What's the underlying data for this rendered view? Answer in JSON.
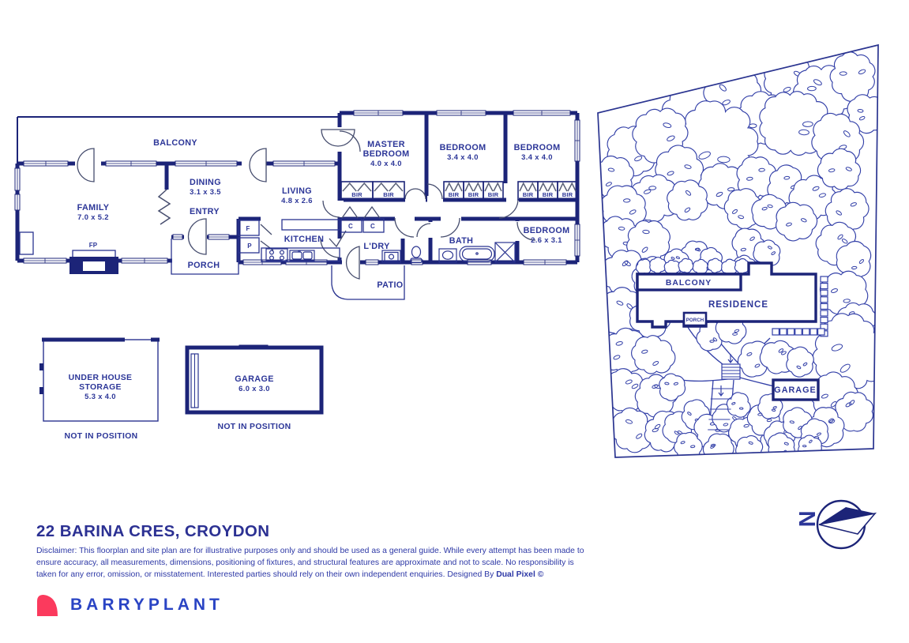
{
  "title": "22 BARINA CRES, CROYDON",
  "disclaimer": {
    "body": "Disclaimer: This floorplan and site plan are for illustrative purposes only and should be used as a general guide. While every attempt has been made to ensure accuracy, all measurements, dimensions, positioning of fixtures, and structural features are approximate and not to scale. No responsibility is taken for any error, omission, or misstatement. Interested parties should rely on their own independent enquiries. Designed By ",
    "designer": "Dual Pixel ©"
  },
  "brand": {
    "name": "BARRYPLANT"
  },
  "compass": {
    "north": "N"
  },
  "colors": {
    "wall": "#1c2478",
    "line": "#2a3490",
    "label": "#2c3698",
    "site": "#3340a8",
    "brand_blue": "#2a44c4",
    "brand_pink": "#fb3a5d"
  },
  "floorplan": {
    "balcony": "BALCONY",
    "family": {
      "name": "FAMILY",
      "dims": "7.0 x 5.2"
    },
    "dining": {
      "name": "DINING",
      "dims": "3.1 x 3.5"
    },
    "entry": "ENTRY",
    "porch": "PORCH",
    "living": {
      "name": "LIVING",
      "dims": "4.8 x 2.6"
    },
    "kitchen": "KITCHEN",
    "master": {
      "l1": "MASTER",
      "l2": "BEDROOM",
      "dims": "4.0 x 4.0"
    },
    "bed2": {
      "name": "BEDROOM",
      "dims": "3.4 x 4.0"
    },
    "bed3": {
      "name": "BEDROOM",
      "dims": "3.4 x 4.0"
    },
    "bed4": {
      "name": "BEDROOM",
      "dims": "2.6 x 3.1"
    },
    "bath": "BATH",
    "laundry": "L'DRY",
    "patio": "PATIO",
    "fp": "FP",
    "f": "F",
    "p": "P",
    "c": "C",
    "bir": "BIR",
    "storage": {
      "l1": "UNDER HOUSE",
      "l2": "STORAGE",
      "dims": "5.3 x 4.0",
      "note": "NOT IN POSITION"
    },
    "garage": {
      "name": "GARAGE",
      "dims": "6.0 x 3.0",
      "note": "NOT IN POSITION"
    }
  },
  "siteplan": {
    "balcony": "BALCONY",
    "residence": "RESIDENCE",
    "porch": "PORCH",
    "garage": "GARAGE"
  }
}
